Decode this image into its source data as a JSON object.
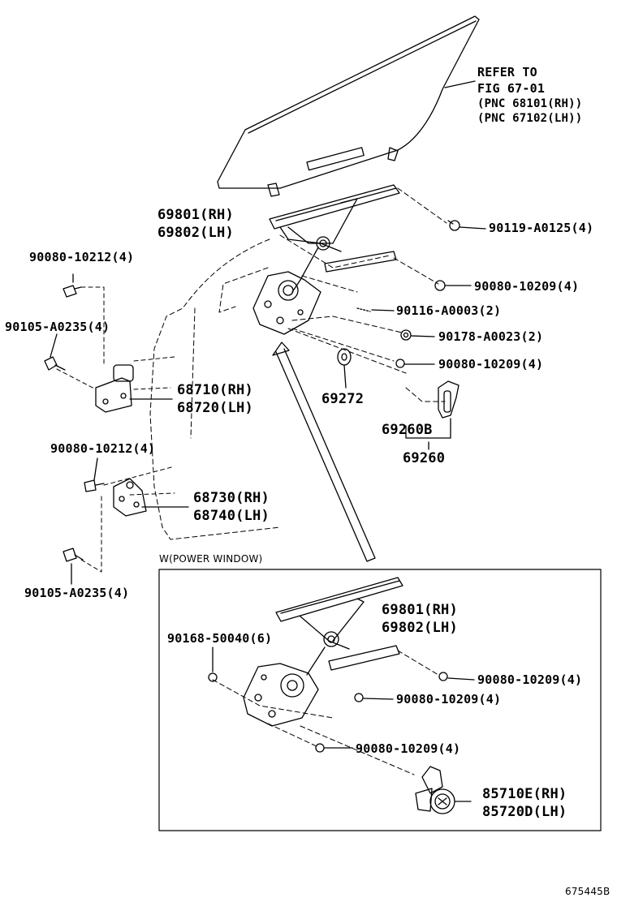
{
  "refer": {
    "line1": "REFER TO",
    "line2": "FIG 67-01",
    "line3": "(PNC 68101(RH))",
    "line4": "(PNC 67102(LH))"
  },
  "labels": {
    "regulator_rh": "69801(RH)",
    "regulator_lh": "69802(LH)",
    "bolt_90119": "90119-A0125(4)",
    "bolt_90080_a": "90080-10212(4)",
    "bolt_90080_10209_top": "90080-10209(4)",
    "bolt_90105_a": "90105-A0235(4)",
    "spring_90116": "90116-A0003(2)",
    "nut_90178": "90178-A0023(2)",
    "bolt_90080_10209_mid": "90080-10209(4)",
    "hinge_rh": "68710(RH)",
    "hinge_lh": "68720(LH)",
    "washer_69272": "69272",
    "handle_69260b": "69260B",
    "handle_69260": "69260",
    "bolt_90080_b": "90080-10212(4)",
    "hinge2_rh": "68730(RH)",
    "hinge2_lh": "68740(LH)",
    "bolt_90105_b": "90105-A0235(4)"
  },
  "power_window": {
    "title": "W(POWER WINDOW)",
    "regulator_rh": "69801(RH)",
    "regulator_lh": "69802(LH)",
    "bolt_90168": "90168-50040(6)",
    "bolt_a": "90080-10209(4)",
    "bolt_b": "90080-10209(4)",
    "bolt_c": "90080-10209(4)",
    "motor_rh": "85710E(RH)",
    "motor_lh": "85720D(LH)"
  },
  "figure_id": "675445B"
}
